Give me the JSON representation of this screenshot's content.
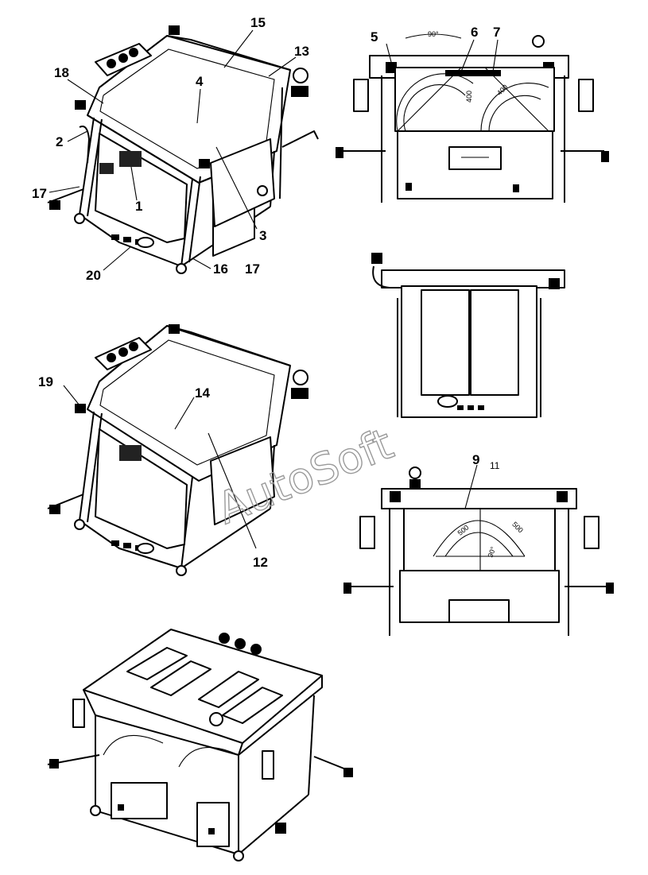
{
  "watermark": "AutoSoft",
  "callouts": {
    "c1": "1",
    "c2": "2",
    "c3": "3",
    "c4": "4",
    "c5": "5",
    "c6": "6",
    "c7": "7",
    "c9": "9",
    "c11": "11",
    "c12": "12",
    "c13": "13",
    "c14": "14",
    "c15": "15",
    "c16": "16",
    "c17a": "17",
    "c17b": "17",
    "c18": "18",
    "c19": "19",
    "c20": "20"
  },
  "dimensions": {
    "rear_top": "90°",
    "rear_left": "400",
    "rear_right": "400",
    "front_left": "500",
    "front_right": "500",
    "front_bottom": "90°"
  }
}
